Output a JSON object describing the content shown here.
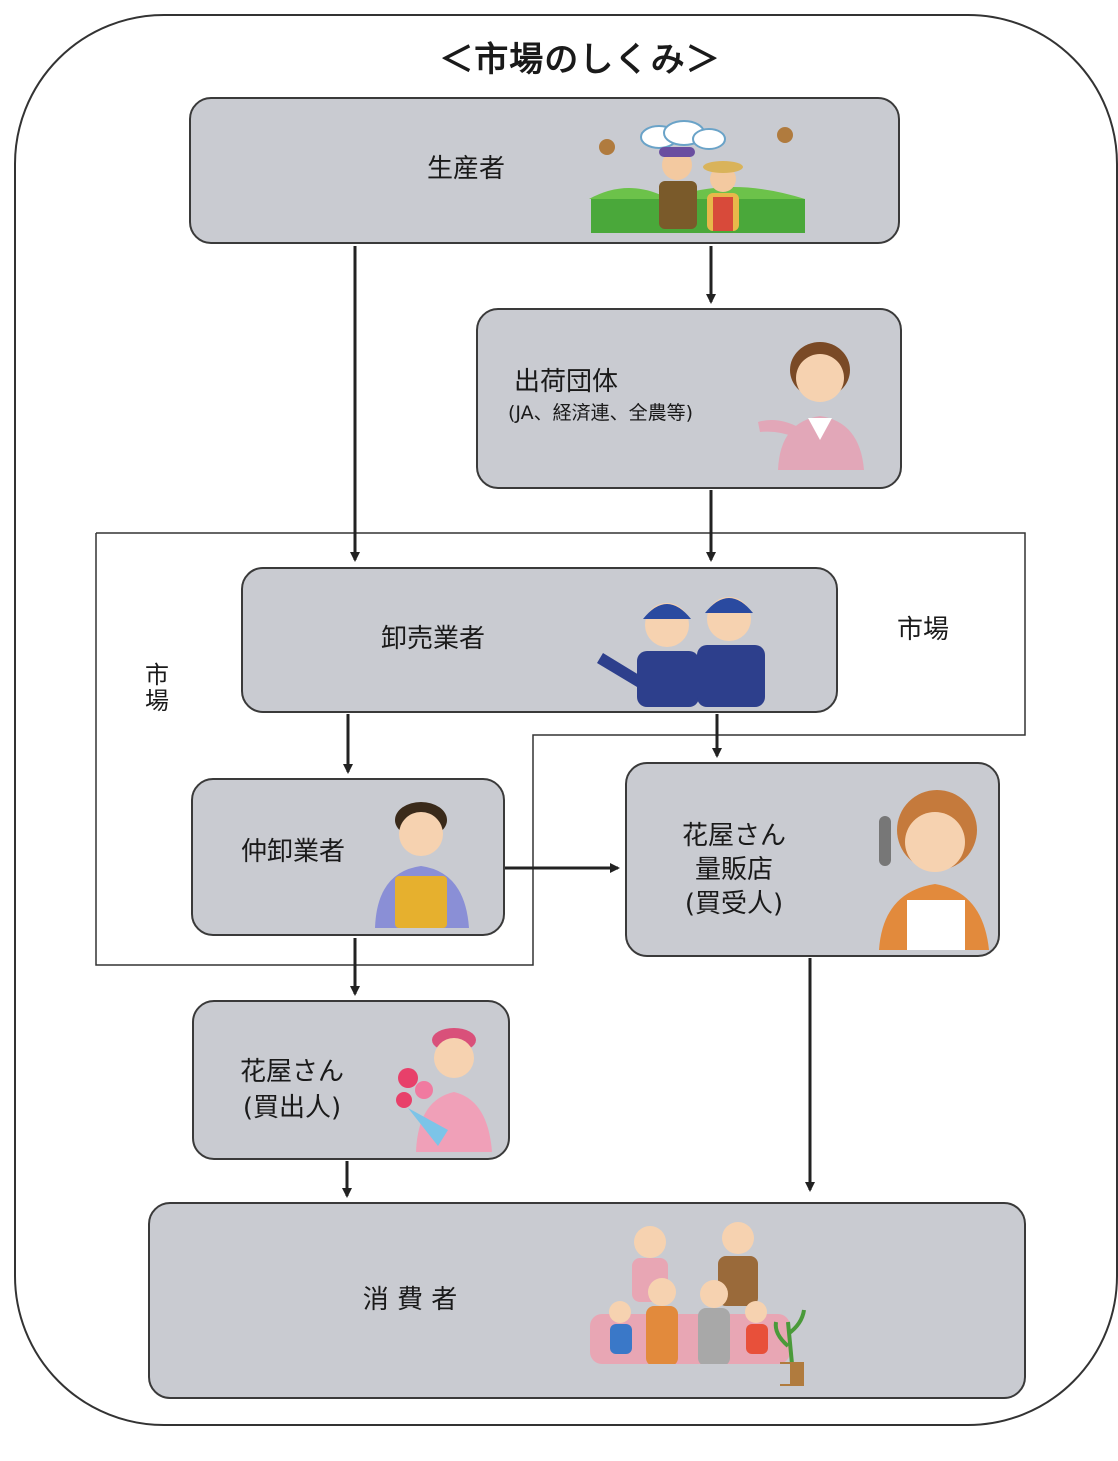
{
  "title": "＜市場のしくみ＞",
  "nodes": {
    "producer": "生産者",
    "shipper": {
      "line1": "出荷団体",
      "line2": "(JA、経済連、全農等)"
    },
    "wholesaler": "卸売業者",
    "intermediate": "仲卸業者",
    "florist_buyer": {
      "line1": "花屋さん",
      "line2": "量販店",
      "line3": "(買受人)"
    },
    "florist_purchaser": {
      "line1": "花屋さん",
      "line2": "(買出人)"
    },
    "consumer": "消 費 者"
  },
  "market_labels": {
    "right": "市場",
    "left": "市\n場"
  },
  "colors": {
    "box_fill": "#c9cbd1",
    "box_border": "#3a3a3a",
    "arrow": "#222222"
  }
}
